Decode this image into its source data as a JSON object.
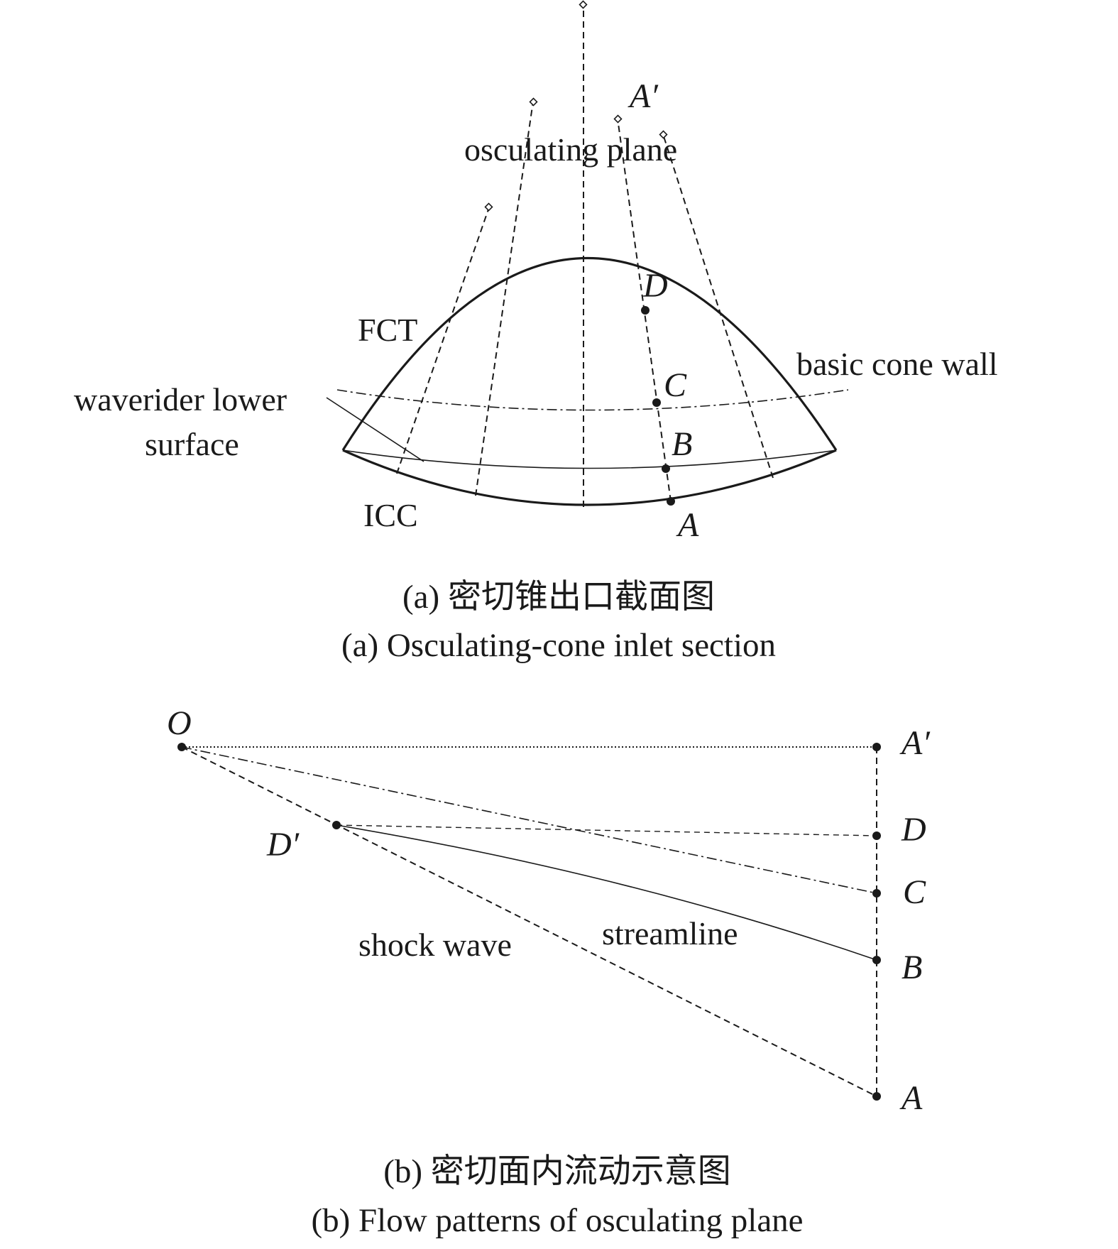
{
  "panel_a": {
    "labels": {
      "osculating_plane": "osculating plane",
      "fct": "FCT",
      "basic_cone_wall": "basic cone wall",
      "waverider_lower_1": "waverider lower",
      "waverider_lower_2": "surface",
      "icc": "ICC"
    },
    "points": {
      "a_prime": "A′",
      "d": "D",
      "c": "C",
      "b": "B",
      "a": "A"
    },
    "caption_cn": "(a) 密切锥出口截面图",
    "caption_en": "(a) Osculating-cone inlet section"
  },
  "panel_b": {
    "labels": {
      "shock_wave": "shock wave",
      "streamline": "streamline"
    },
    "points": {
      "o": "O",
      "a_prime": "A′",
      "d": "D",
      "d_prime": "D′",
      "c": "C",
      "b": "B",
      "a": "A"
    },
    "caption_cn": "(b) 密切面内流动示意图",
    "caption_en": "(b) Flow patterns of osculating plane"
  }
}
